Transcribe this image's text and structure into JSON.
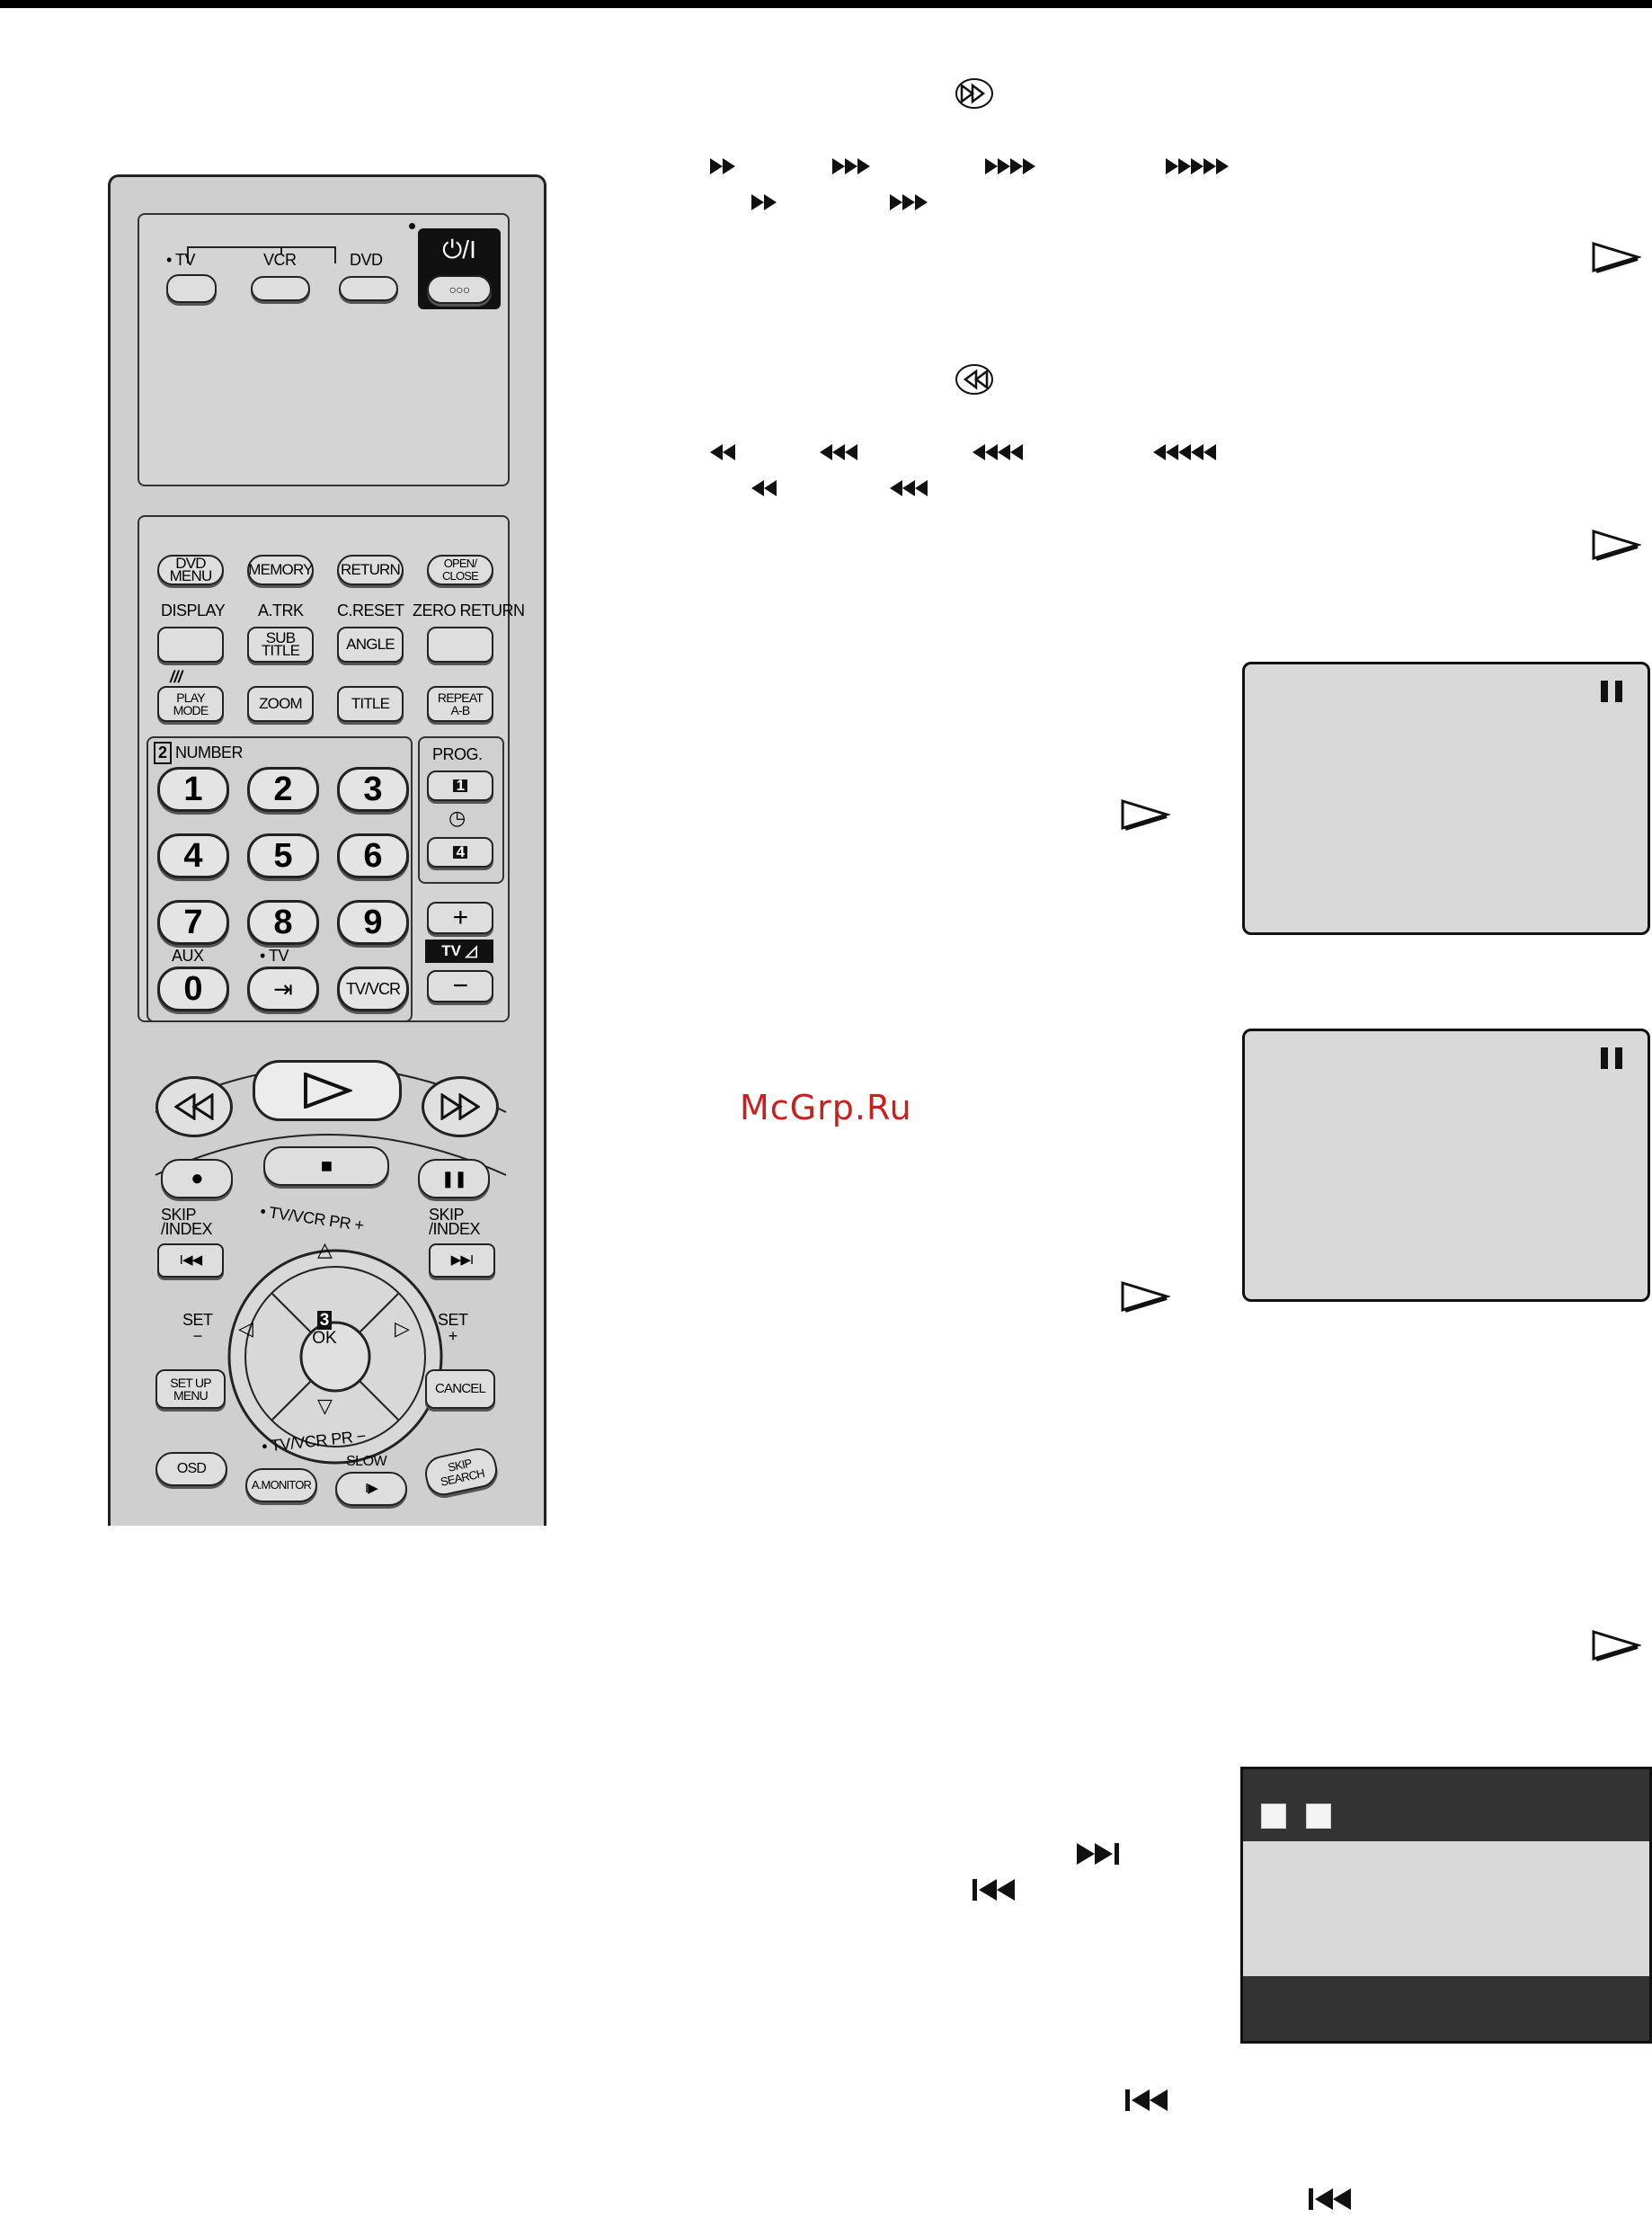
{
  "watermark": "McGrp.Ru",
  "remote": {
    "selector": {
      "tv": "TV",
      "vcr": "VCR",
      "dvd": "DVD"
    },
    "power_label": "⏻/I",
    "power_sub": "○○○",
    "row1": [
      "DVD MENU",
      "MEMORY",
      "RETURN",
      "OPEN/\nCLOSE"
    ],
    "row2_labels": [
      "DISPLAY",
      "A.TRK",
      "C.RESET",
      "ZERO RETURN"
    ],
    "row2": [
      "",
      "SUB TITLE",
      "ANGLE",
      ""
    ],
    "row3_marks": "///",
    "row3": [
      "PLAY\nMODE",
      "ZOOM",
      "TITLE",
      "REPEAT\nA-B"
    ],
    "number_label": "NUMBER",
    "number_badge": "2",
    "prog_label": "PROG.",
    "prog_btn1": "1",
    "prog_btn2": "4",
    "clock": "◷",
    "digits": [
      "1",
      "2",
      "3",
      "4",
      "5",
      "6",
      "7",
      "8",
      "9"
    ],
    "aux_label": "AUX",
    "zero": "0",
    "tv_label": "TV",
    "input_icon": "⇥",
    "tvvcr_btn": "TV/VCR",
    "vol_plus": "+",
    "vol_minus": "−",
    "vol_label": "TV ◿",
    "rec": "●",
    "stop": "■",
    "pause": "❚❚",
    "skip_index": "SKIP\n/INDEX",
    "tvvcr_pr_plus": "TV/VCR PR +",
    "tvvcr_pr_minus": "TV/VCR PR −",
    "up": "△",
    "down": "▽",
    "left": "◁",
    "right": "▷",
    "ok_badge": "3",
    "ok": "OK",
    "set_minus": "SET\n−",
    "set_plus": "SET\n+",
    "setup_menu": "SET UP\nMENU",
    "cancel": "CANCEL",
    "osd": "OSD",
    "amonitor": "A.MONITOR",
    "slow_label": "SLOW",
    "slow_btn": "I▶",
    "skip_search": "SKIP\nSEARCH",
    "prev_icon": "I◀◀",
    "next_icon": "▶▶I"
  },
  "colors": {
    "watermark": "#c8201f",
    "screen": "#d9d9d9",
    "osd_bar": "#333333"
  }
}
